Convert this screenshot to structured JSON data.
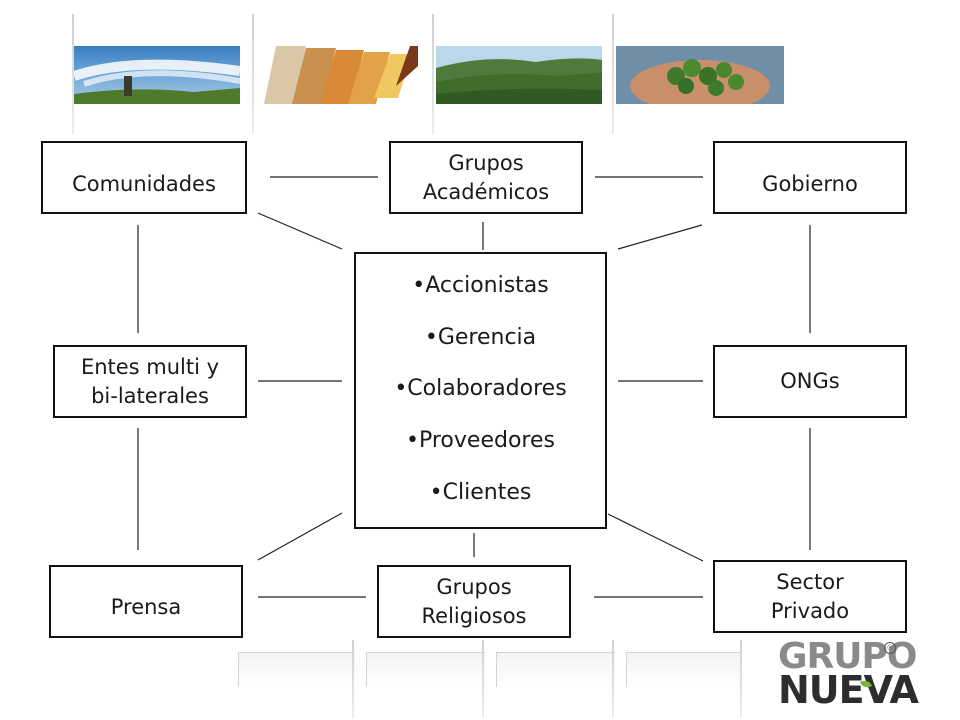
{
  "header": {
    "photos": [
      {
        "name": "water-irrigation-photo"
      },
      {
        "name": "wood-boards-photo"
      },
      {
        "name": "forest-hills-photo"
      },
      {
        "name": "hands-holding-fruit-photo"
      }
    ]
  },
  "diagram": {
    "center": {
      "items": [
        "•Accionistas",
        "•Gerencia",
        "•Colaboradores",
        "•Proveedores",
        "•Clientes"
      ]
    },
    "nodes": {
      "comunidades": "Comunidades",
      "grupos_academicos": [
        "Grupos",
        "Académicos"
      ],
      "gobierno": "Gobierno",
      "entes": [
        "Entes multi y",
        "bi-laterales"
      ],
      "ongs": "ONGs",
      "prensa": "Prensa",
      "grupos_religiosos": [
        "Grupos",
        "Religiosos"
      ],
      "sector_privado": [
        "Sector",
        "Privado"
      ]
    }
  },
  "logo": {
    "line1": "GRUPO",
    "line2": "NUEVA",
    "registered": "®",
    "colors": {
      "grey": "#8a8a8a",
      "dark": "#2d2d2d",
      "leaf": "#7bb23a"
    }
  }
}
